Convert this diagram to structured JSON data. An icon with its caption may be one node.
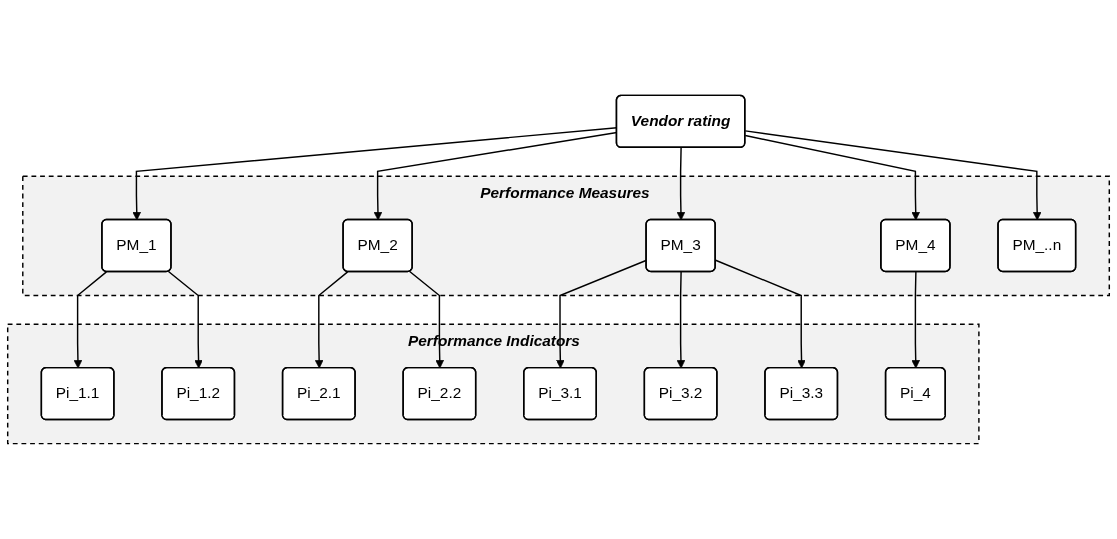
{
  "diagram": {
    "nodes": [
      {
        "text": [
          "Vendor rating"
        ]
      },
      {
        "text": [
          "Performance Measures"
        ]
      },
      {
        "text": [
          "PM_1"
        ],
        "in": 1
      },
      {
        "text": [
          "PM_2"
        ],
        "in": 1
      },
      {
        "text": [
          "PM_3"
        ],
        "in": 1
      },
      {
        "text": [
          "PM_4"
        ],
        "in": 1
      },
      {
        "text": [
          "PM_..n"
        ],
        "in": 1
      },
      {
        "text": [
          "Performance Indicators"
        ]
      },
      {
        "text": [
          "Pi_1.1"
        ],
        "in": 7
      },
      {
        "text": [
          "Pi_1.2"
        ],
        "in": 7
      },
      {
        "text": [
          "Pi_2.1"
        ],
        "in": 7
      },
      {
        "text": [
          "Pi_2.2"
        ],
        "in": 7
      },
      {
        "text": [
          "Pi_3.1"
        ],
        "in": 7
      },
      {
        "text": [
          "Pi_3.2"
        ],
        "in": 7
      },
      {
        "text": [
          "Pi_3.3"
        ],
        "in": 7
      },
      {
        "text": [
          "Pi_4"
        ],
        "in": 7
      }
    ],
    "edges": [
      {
        "from": 0,
        "to": 2,
        "arrow": "to"
      },
      {
        "from": 0,
        "to": 3,
        "arrow": "to"
      },
      {
        "from": 0,
        "to": 4,
        "arrow": "to"
      },
      {
        "from": 0,
        "to": 5,
        "arrow": "to"
      },
      {
        "from": 0,
        "to": 6,
        "arrow": "to"
      },
      {
        "from": 2,
        "to": 8,
        "arrow": "to"
      },
      {
        "from": 2,
        "to": 9,
        "arrow": "to"
      },
      {
        "from": 3,
        "to": 10,
        "arrow": "to"
      },
      {
        "from": 3,
        "to": 11,
        "arrow": "to"
      },
      {
        "from": 4,
        "to": 12,
        "arrow": "to"
      },
      {
        "from": 4,
        "to": 13,
        "arrow": "to"
      },
      {
        "from": 4,
        "to": 14,
        "arrow": "to"
      },
      {
        "from": 5,
        "to": 15,
        "arrow": "to"
      }
    ]
  }
}
